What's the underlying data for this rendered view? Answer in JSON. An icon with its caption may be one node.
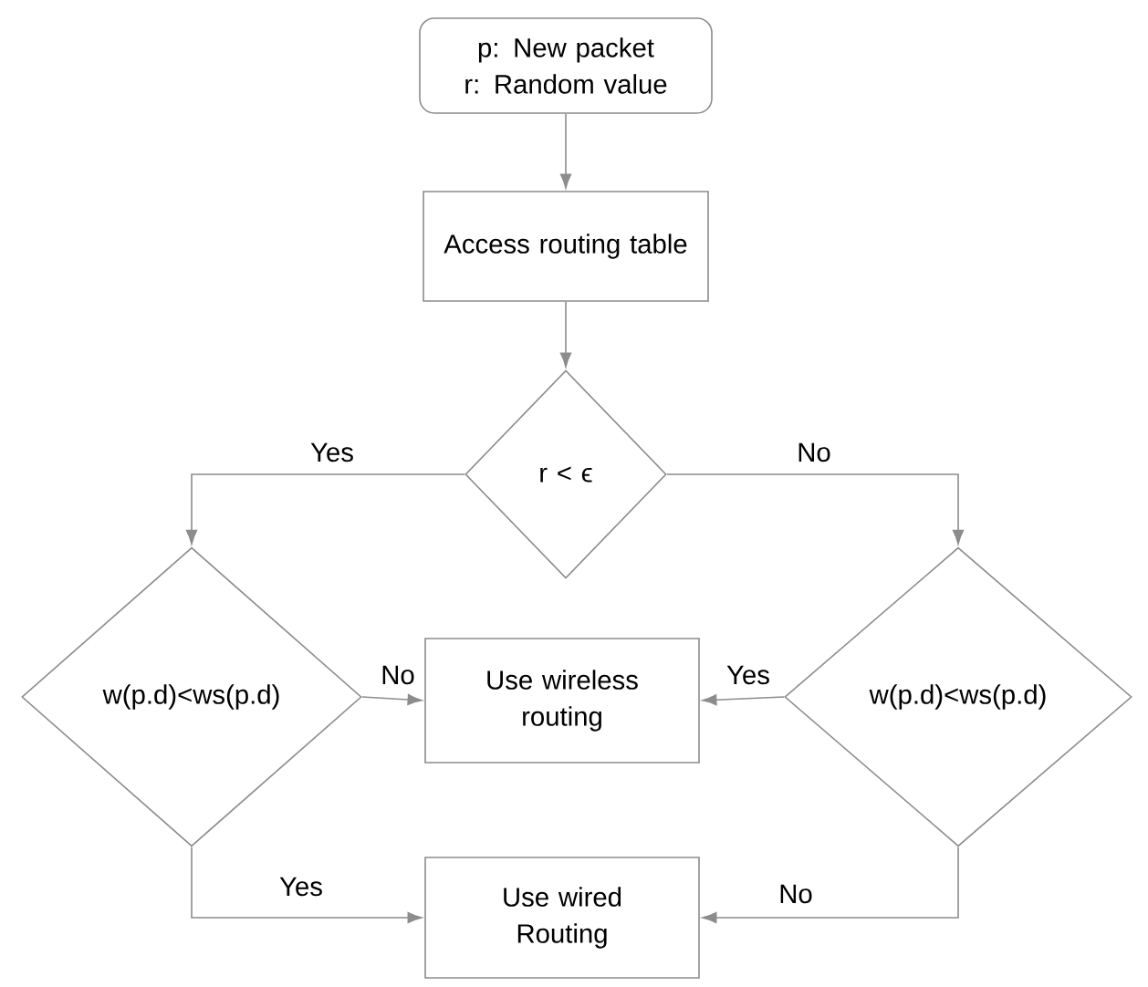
{
  "diagram": {
    "nodes": [
      {
        "text": [
          "p: New packet",
          "r: Random value"
        ]
      },
      {
        "text": [
          "Access routing table"
        ]
      },
      {
        "text": [
          "r < ϵ"
        ]
      },
      {
        "text": [
          "w(p.d)<ws(p.d)"
        ]
      },
      {
        "text": [
          "Use wireless routing"
        ]
      },
      {
        "text": [
          "w(p.d)<ws(p.d)"
        ]
      },
      {
        "text": [
          "Use wired Routing"
        ]
      }
    ],
    "edges": [
      {
        "from": 0,
        "to": 1,
        "arrow": "to"
      },
      {
        "from": 1,
        "to": 2,
        "arrow": "to"
      },
      {
        "from": 2,
        "to": 3,
        "arrow": "to",
        "label": "Yes"
      },
      {
        "from": 2,
        "to": 5,
        "arrow": "to",
        "label": "No"
      },
      {
        "from": 3,
        "to": 4,
        "arrow": "to",
        "label": "No"
      },
      {
        "from": 5,
        "to": 4,
        "arrow": "to",
        "label": "Yes"
      },
      {
        "from": 3,
        "to": 6,
        "arrow": "to",
        "label": "Yes"
      },
      {
        "from": 5,
        "to": 6,
        "arrow": "to",
        "label": "No"
      }
    ]
  }
}
